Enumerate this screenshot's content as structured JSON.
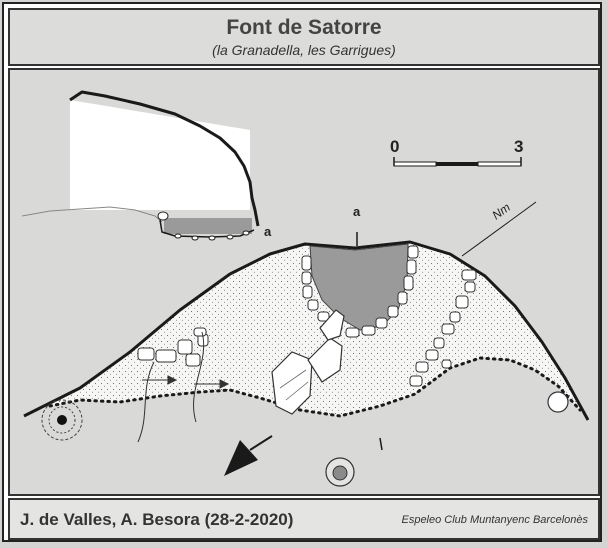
{
  "header": {
    "title": "Font de Satorre",
    "subtitle": "(la Granadella, les Garrigues)"
  },
  "scale": {
    "min_label": "0",
    "max_label": "3"
  },
  "labels": {
    "section_a_profile": "a",
    "section_a_plan": "a",
    "north": "Nm"
  },
  "footer": {
    "authors": "J. de Valles, A. Besora (28-2-2020)",
    "club": "Espeleo Club Muntanyenc Barcelonès"
  },
  "colors": {
    "page_background": "#d4d4d2",
    "panel_background": "#d9d9d7",
    "cave_fill": "#f6f6f4",
    "water_fill": "#9a9a9a",
    "line": "#1a1a1a"
  },
  "icons": [
    "direction-arrow-icon",
    "sinkhole-icon",
    "boulder-icon",
    "flow-arrow-icon"
  ]
}
